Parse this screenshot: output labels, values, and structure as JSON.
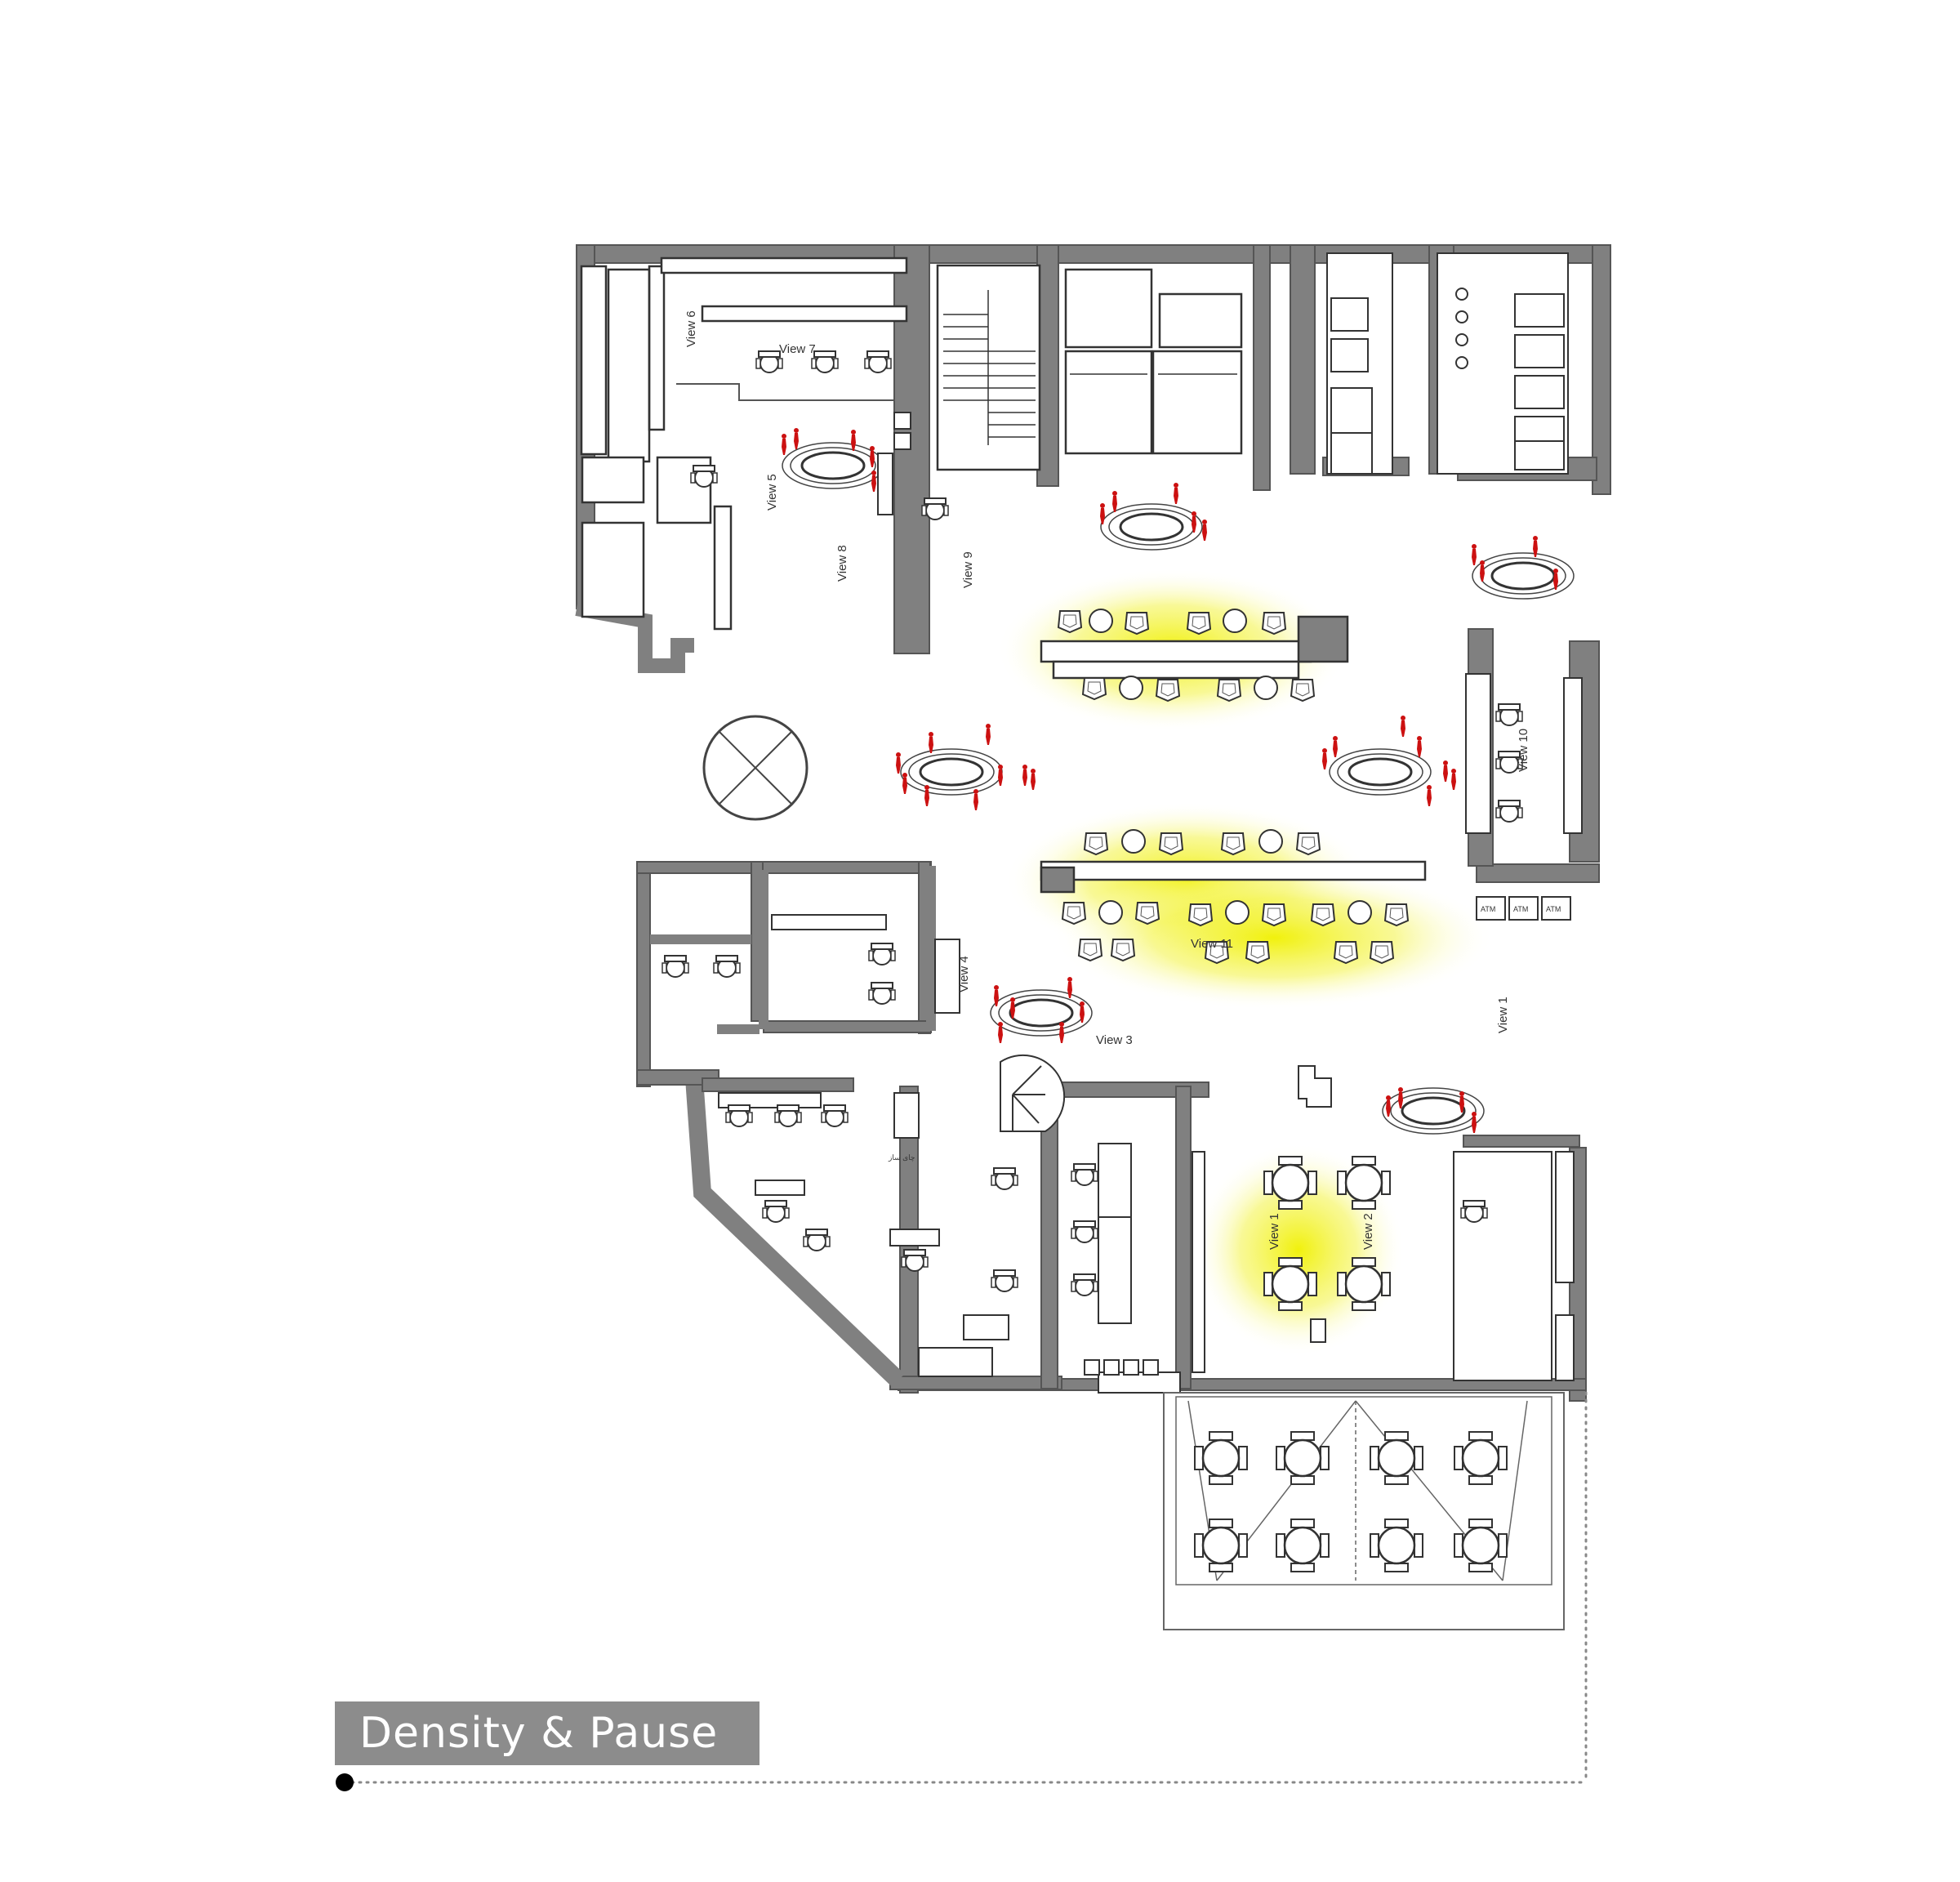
{
  "title": "Density & Pause",
  "labels": {
    "view1": "View 1",
    "view2": "View 2",
    "view3": "View 3",
    "view4": "View 4",
    "view5": "View 5",
    "view6": "View 6",
    "view7": "View 7",
    "view8": "View 8",
    "view9": "View 9",
    "view10": "View 10",
    "view11": "View 11",
    "view1b": "View 1",
    "atm": "ATM",
    "ar_kitchen": "چای ساز"
  },
  "colors": {
    "wall": "#808080",
    "wall_stroke": "#555555",
    "highlight": "#f2f21a",
    "people": "#cc1111",
    "title_bg": "#8c8c8c",
    "dotted": "#888888"
  }
}
